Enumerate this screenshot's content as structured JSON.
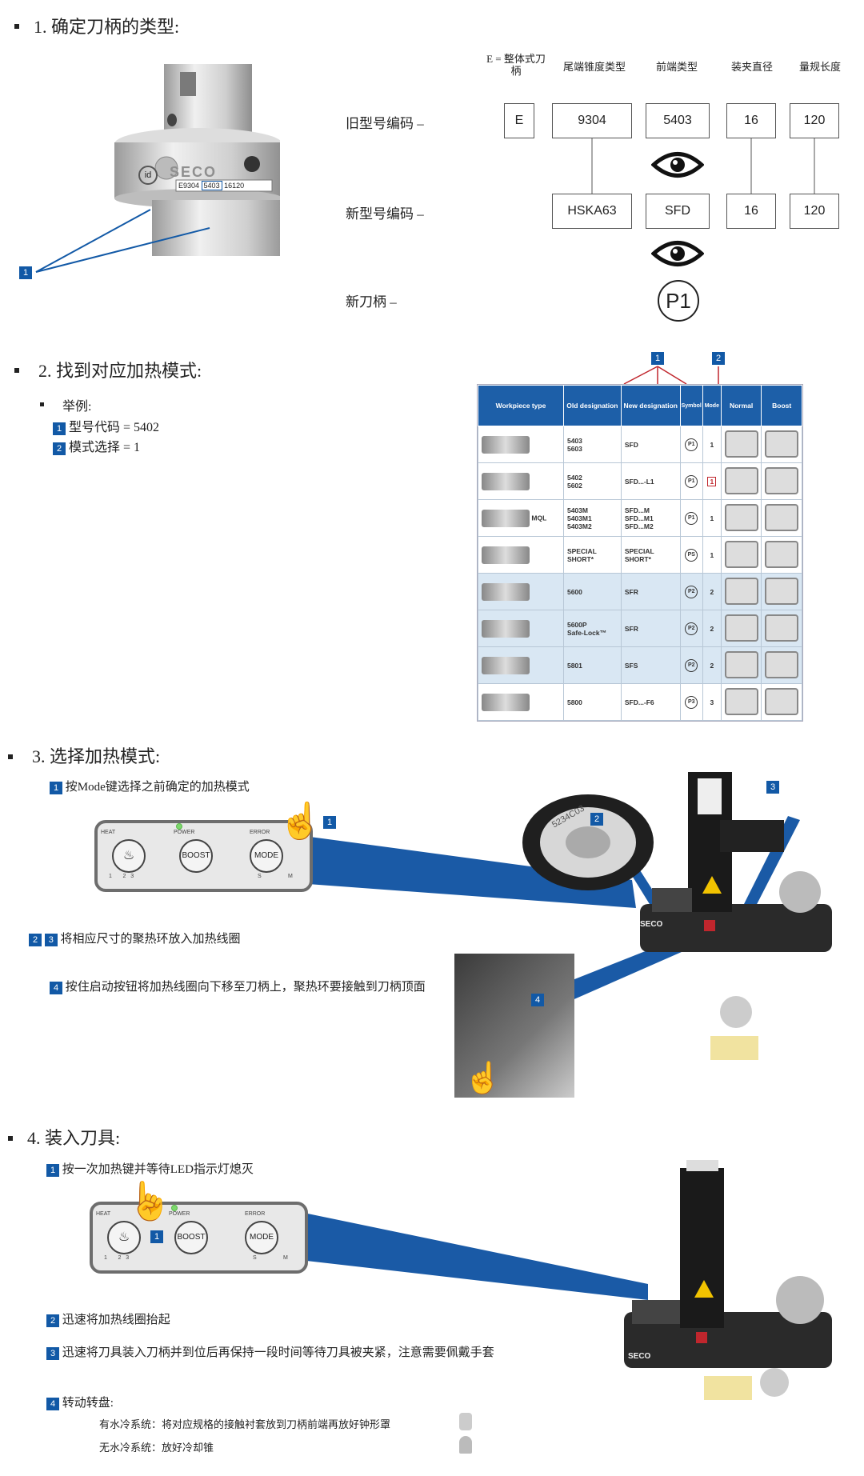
{
  "section1": {
    "title": "1. 确定刀柄的类型:",
    "callout": "1",
    "holder_brand": "SECO",
    "holder_marking": "E9304",
    "holder_marking_mid": "5403",
    "holder_marking_end": "16120",
    "columns": [
      "E = 整体式刀柄",
      "尾端锥度类型",
      "前端类型",
      "装夹直径",
      "量规长度"
    ],
    "old_label": "旧型号编码 –",
    "new_label": "新型号编码 –",
    "new_holder_label": "新刀柄 –",
    "old_codes": [
      "E",
      "9304",
      "5403",
      "16",
      "120"
    ],
    "new_codes": [
      "HSKA63",
      "SFD",
      "16",
      "120"
    ],
    "symbol": "P1"
  },
  "section2": {
    "title": "2. 找到对应加热模式:",
    "example_label": "举例:",
    "items": [
      {
        "num": "1",
        "text": "型号代码 = 5402"
      },
      {
        "num": "2",
        "text": "模式选择 = 1"
      }
    ],
    "callouts": [
      "1",
      "2"
    ],
    "table": {
      "headers": [
        "Workpiece type",
        "Old designation",
        "New designation",
        "Symbol",
        "Mode",
        "Normal",
        "Boost"
      ],
      "rows": [
        {
          "old": "5403\n5603",
          "new": "SFD",
          "sym": "P1",
          "mode": "1",
          "alt": false,
          "extra": ""
        },
        {
          "old": "5402\n5602",
          "new": "SFD...-L1",
          "sym": "P1",
          "mode": "1",
          "alt": false,
          "extra": ""
        },
        {
          "old": "5403M\n5403M1\n5403M2",
          "new": "SFD...M\nSFD...M1\nSFD...M2",
          "sym": "P1",
          "mode": "1",
          "alt": false,
          "extra": "MQL"
        },
        {
          "old": "SPECIAL SHORT*",
          "new": "SPECIAL SHORT*",
          "sym": "PS",
          "mode": "1",
          "alt": false,
          "extra": ""
        },
        {
          "old": "5600",
          "new": "SFR",
          "sym": "P2",
          "mode": "2",
          "alt": true,
          "extra": ""
        },
        {
          "old": "5600P\nSafe-Lock™",
          "new": "SFR",
          "sym": "P2",
          "mode": "2",
          "alt": true,
          "extra": ""
        },
        {
          "old": "5801",
          "new": "SFS",
          "sym": "P2",
          "mode": "2",
          "alt": true,
          "extra": ""
        },
        {
          "old": "5800",
          "new": "SFD...-F6",
          "sym": "P3",
          "mode": "3",
          "alt": false,
          "extra": ""
        }
      ]
    }
  },
  "section3": {
    "title": "3. 选择加热模式:",
    "steps": [
      {
        "nums": [
          "1"
        ],
        "text": "按Mode键选择之前确定的加热模式"
      },
      {
        "nums": [
          "2",
          "3"
        ],
        "text": "将相应尺寸的聚热环放入加热线圈"
      },
      {
        "nums": [
          "4"
        ],
        "text": "按住启动按钮将加热线圈向下移至刀柄上，聚热环要接触到刀柄顶面"
      }
    ],
    "callouts": [
      "1",
      "2",
      "3",
      "4"
    ],
    "ring_text": "5234C03",
    "machine_brand": "SECO"
  },
  "section4": {
    "title": "4. 装入刀具:",
    "steps": [
      {
        "num": "1",
        "text": "按一次加热键并等待LED指示灯熄灭"
      },
      {
        "num": "2",
        "text": "迅速将加热线圈抬起"
      },
      {
        "num": "3",
        "text": "迅速将刀具装入刀柄并到位后再保持一段时间等待刀具被夹紧，注意需要佩戴手套"
      },
      {
        "num": "4",
        "text": "转动转盘:"
      }
    ],
    "sub_items": [
      "有水冷系统：将对应规格的接触衬套放到刀柄前端再放好钟形罩",
      "无水冷系统：放好冷却锥"
    ],
    "callout": "1",
    "machine_brand": "SECO"
  },
  "panel": {
    "heat": "HEAT",
    "power": "POWER",
    "error": "ERROR",
    "boost": "BOOST",
    "mode": "MODE",
    "m1": "1",
    "m2": "2",
    "m3": "3",
    "s": "S",
    "m": "M"
  },
  "colors": {
    "accent": "#1259a6",
    "header": "#1d5fa8",
    "beam": "#1a5aa6"
  }
}
